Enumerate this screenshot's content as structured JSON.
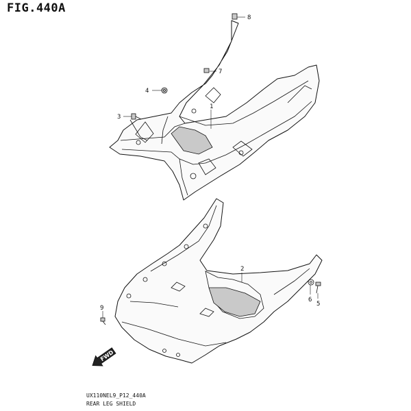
{
  "figure": {
    "title": "FIG.440A",
    "code": "UX110NEL9_P12_440A",
    "name": "REAR LEG SHIELD"
  },
  "callouts": [
    "1",
    "2",
    "3",
    "4",
    "5",
    "6",
    "7",
    "8",
    "9"
  ],
  "direction": {
    "label": "FWD",
    "icon": "arrow-icon"
  }
}
